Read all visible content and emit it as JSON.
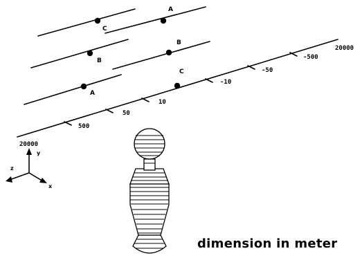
{
  "axis_labels": [
    "20000",
    "500",
    "50",
    "10",
    "-10",
    "-50",
    "-500",
    "20000"
  ],
  "point_labels": {
    "near": [
      "A",
      "B",
      "C"
    ],
    "far": [
      "C",
      "B",
      "A"
    ]
  },
  "coord_axes": {
    "x": "x",
    "y": "y",
    "z": "z"
  },
  "caption": "dimension in meter",
  "colors": {
    "ink": "#000000",
    "background": "#ffffff"
  }
}
